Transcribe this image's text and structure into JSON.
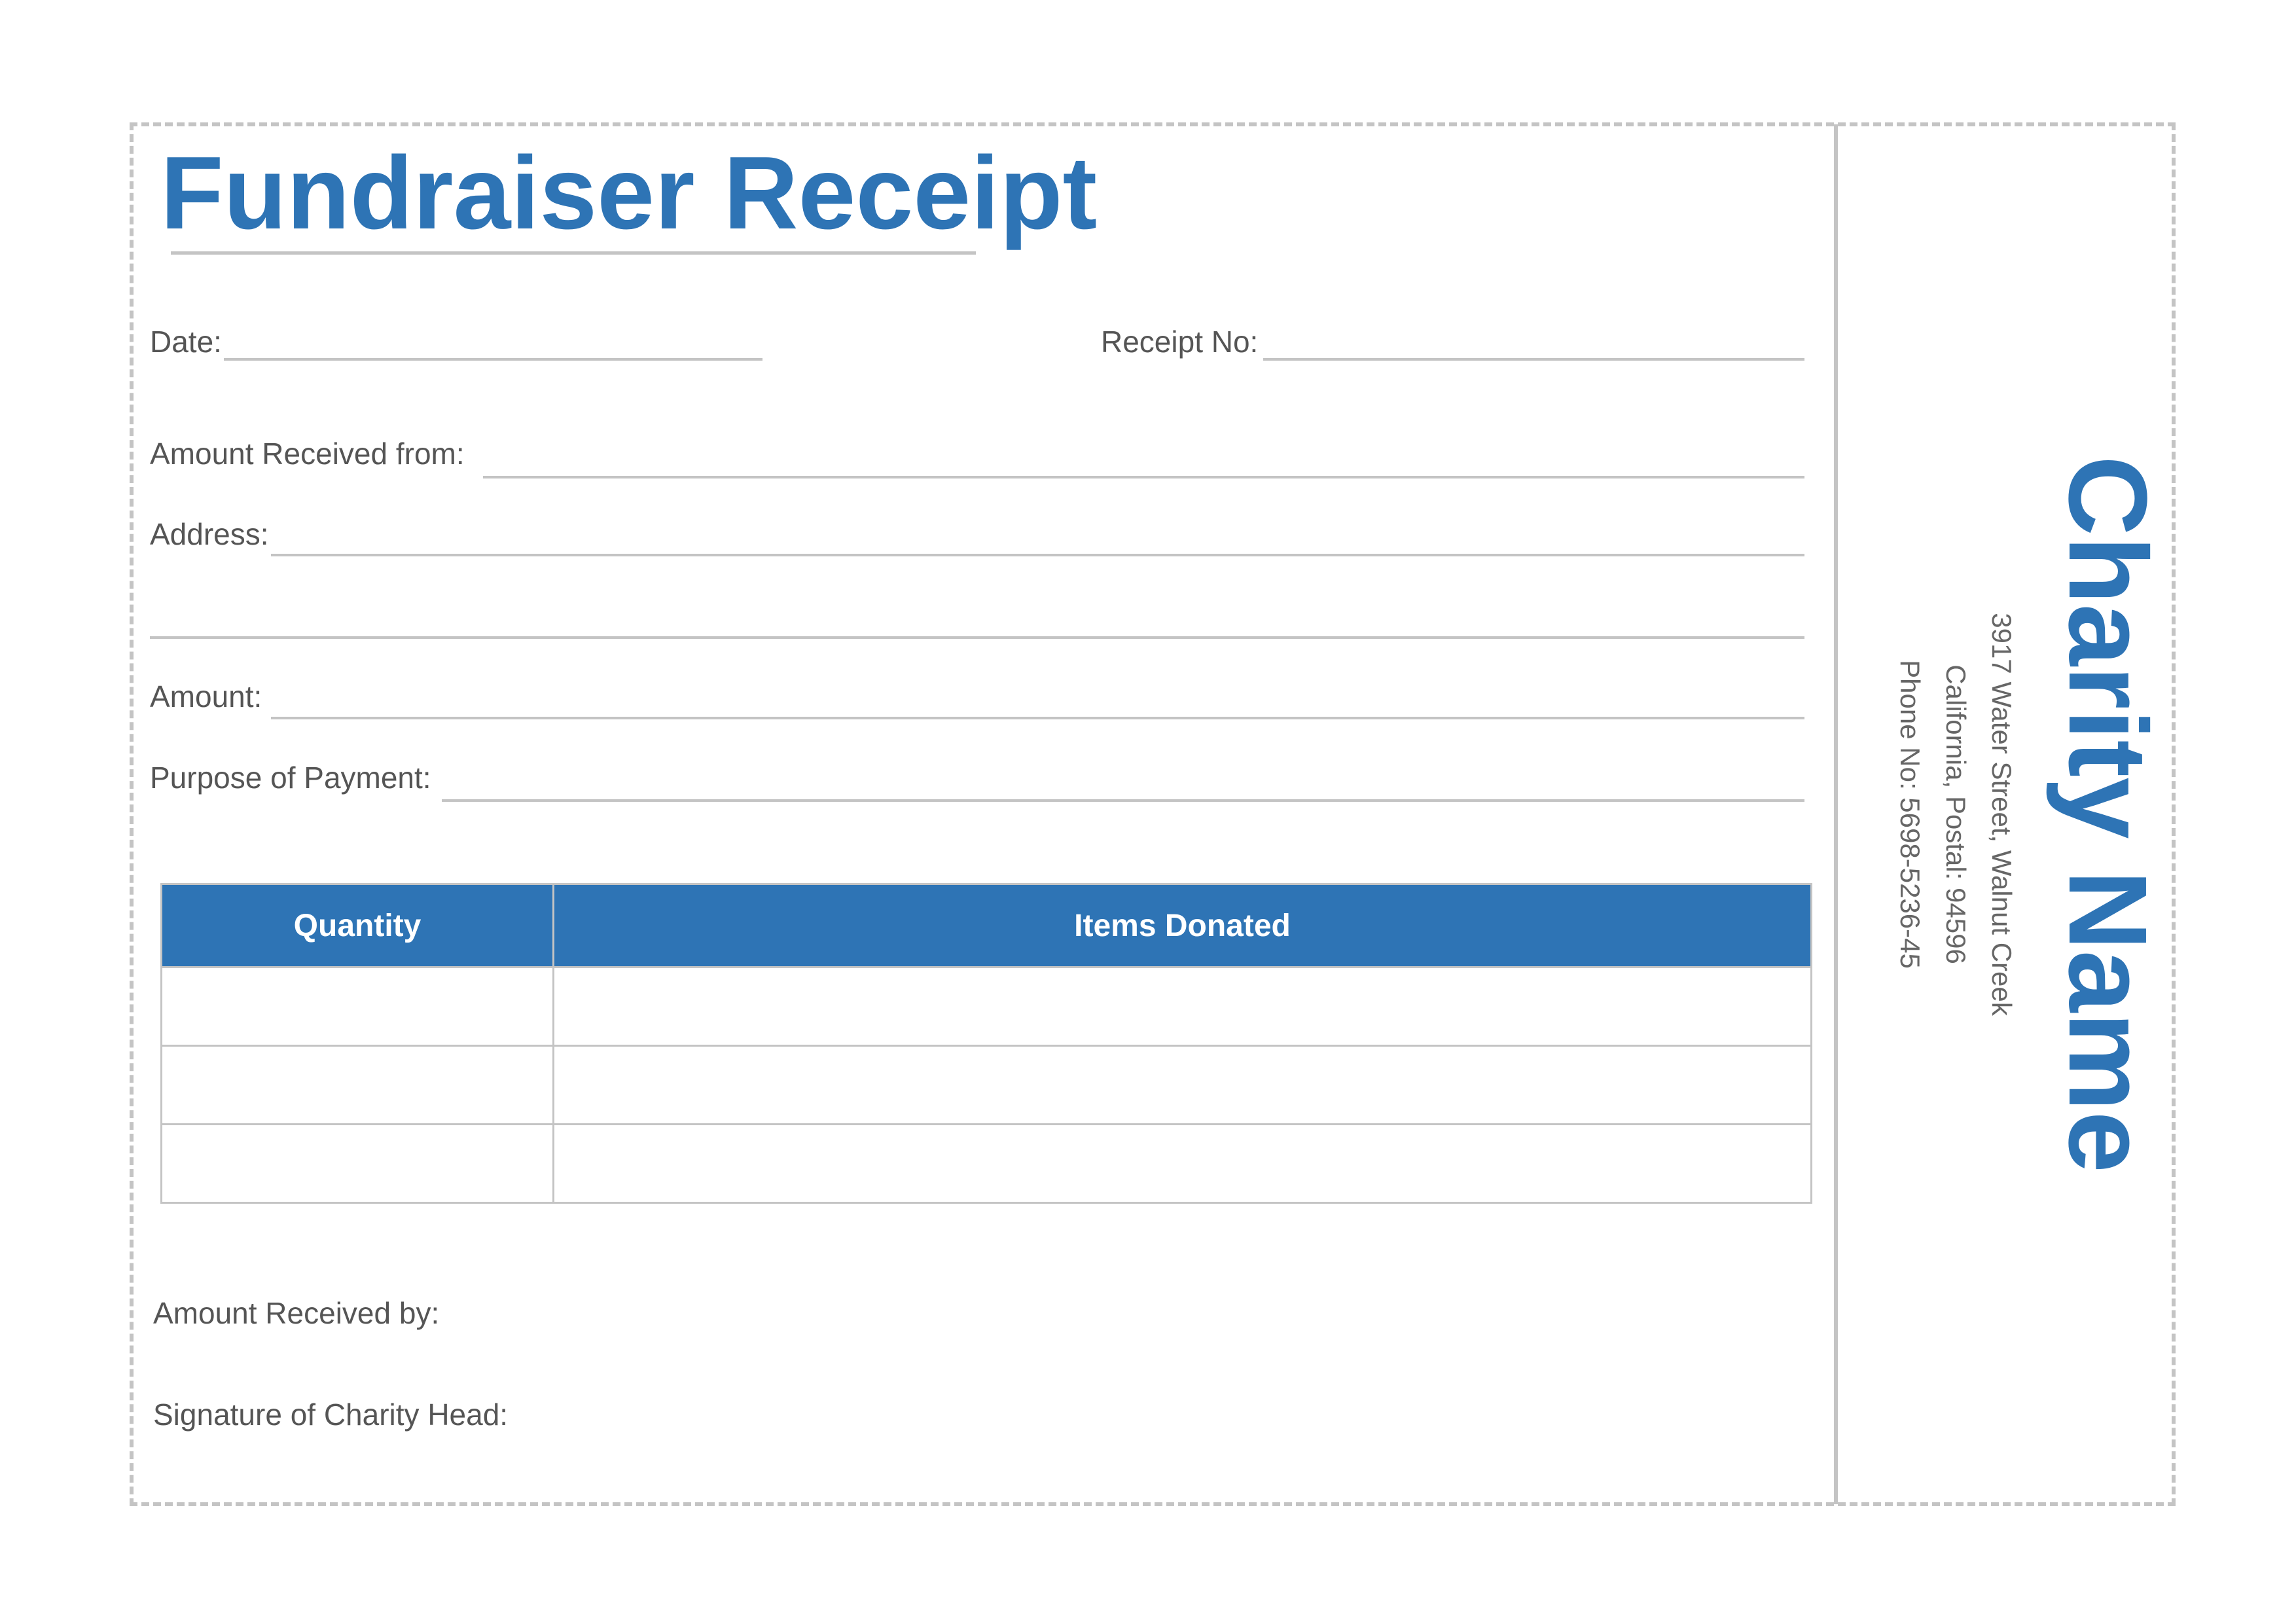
{
  "title": "Fundraiser Receipt",
  "fields": {
    "date": "Date:",
    "receipt_no": "Receipt No:",
    "received_from": "Amount Received from:",
    "address": "Address:",
    "amount": "Amount:",
    "purpose": "Purpose of Payment:",
    "received_by": "Amount Received by:",
    "signature": "Signature of Charity Head:"
  },
  "table": {
    "headers": [
      "Quantity",
      "Items Donated"
    ],
    "rows": [
      [
        "",
        ""
      ],
      [
        "",
        ""
      ],
      [
        "",
        ""
      ]
    ]
  },
  "charity": {
    "name": "Charity Name",
    "address_line1": "3917 Water Street, Walnut Creek",
    "address_line2": "California, Postal: 94596",
    "phone": "Phone No: 5698-5236-45"
  },
  "colors": {
    "accent": "#2e74b5",
    "rule": "#c4c4c4",
    "text": "#555555"
  }
}
